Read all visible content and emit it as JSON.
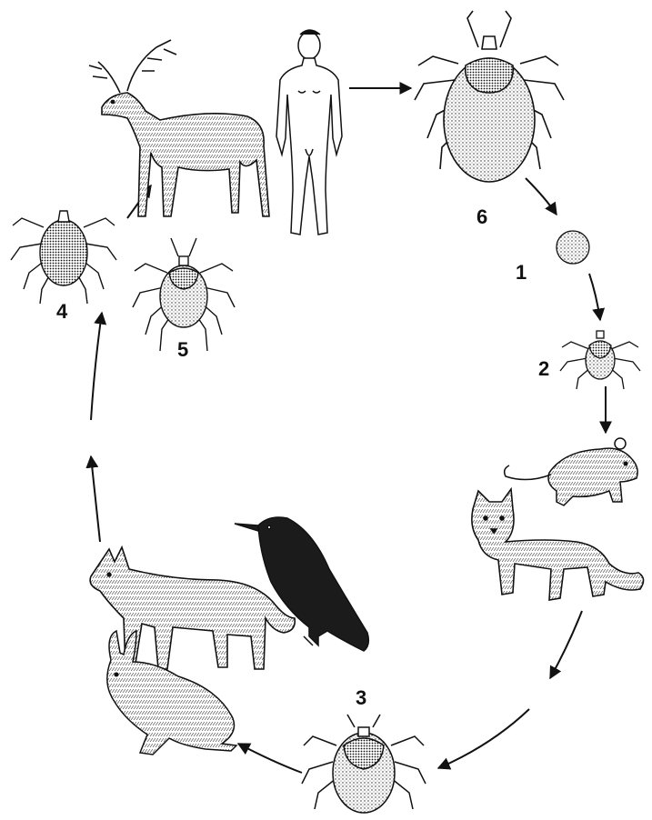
{
  "stages": [
    {
      "id": "egg",
      "number": "1"
    },
    {
      "id": "larva",
      "number": "2"
    },
    {
      "id": "nymph",
      "number": "3"
    },
    {
      "id": "adult-male",
      "number": "4"
    },
    {
      "id": "adult-female",
      "number": "5"
    },
    {
      "id": "engorged-female",
      "number": "6"
    }
  ],
  "colors": {
    "ink": "#111111",
    "paper": "#ffffff",
    "bird": "#1b1b1b"
  }
}
